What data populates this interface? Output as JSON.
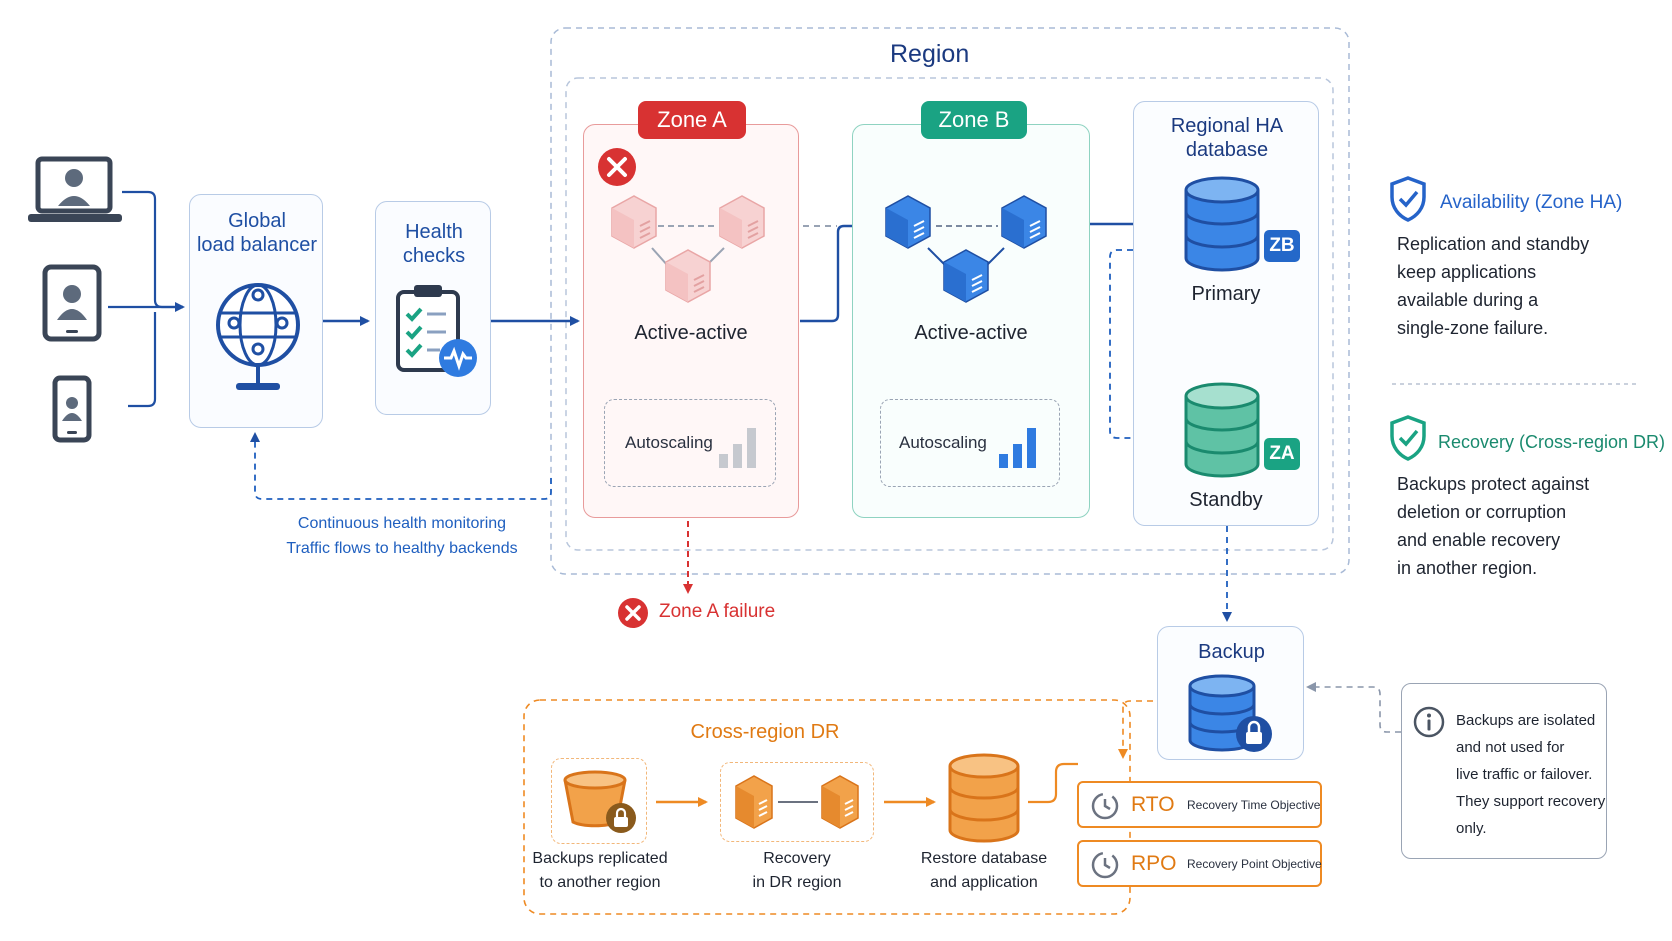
{
  "colors": {
    "blue": "#1f4fa3",
    "link_blue": "#1f5fbf",
    "red": "#d83232",
    "teal": "#1aa383",
    "orange": "#ee8a23",
    "gray_dash": "#9aa9c2"
  },
  "region": {
    "title": "Region"
  },
  "load_balancer": {
    "title_l1": "Global",
    "title_l2": "load balancer",
    "icon": "globe-icon"
  },
  "health_checks": {
    "title_l1": "Health",
    "title_l2": "checks",
    "icon": "clipboard-icon"
  },
  "zone_a": {
    "label": "Zone A",
    "node_label": "Active-active",
    "autoscaling": "Autoscaling",
    "failure_label": "Zone A failure"
  },
  "zone_b": {
    "label": "Zone B",
    "node_label": "Active-active",
    "autoscaling": "Autoscaling"
  },
  "database": {
    "title_l1": "Regional HA",
    "title_l2": "database",
    "primary_label": "Primary",
    "primary_badge": "ZB",
    "standby_label": "Standby",
    "standby_badge": "ZA"
  },
  "monitoring": {
    "line1": "Continuous health monitoring",
    "line2": "Traffic flows to healthy backends"
  },
  "backup": {
    "title": "Backup"
  },
  "dr": {
    "title": "Cross-region DR",
    "step1_l1": "Backups replicated",
    "step1_l2": "to another region",
    "step2_l1": "Recovery",
    "step2_l2": "in DR region",
    "step3_l1": "Restore database",
    "step3_l2": "and application"
  },
  "rto": {
    "abbr": "RTO",
    "full": "Recovery Time Objective"
  },
  "rpo": {
    "abbr": "RPO",
    "full": "Recovery Point Objective"
  },
  "availability": {
    "title": "Availability (Zone HA)",
    "l1": "Replication and standby",
    "l2": "keep applications",
    "l3": "available during a",
    "l4": "single-zone failure."
  },
  "recovery": {
    "title": "Recovery (Cross-region DR)",
    "l1": "Backups protect against",
    "l2": "deletion or corruption",
    "l3": "and enable recovery",
    "l4": "in another region."
  },
  "note": {
    "l1": "Backups are isolated",
    "l2": "and not used for",
    "l3": "live traffic or failover.",
    "l4": "They support recovery",
    "l5": "only."
  }
}
